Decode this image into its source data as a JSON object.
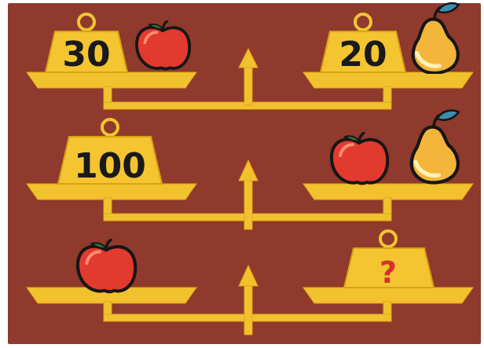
{
  "puzzle": {
    "rows": [
      {
        "left": {
          "weight": "30",
          "fruit": "apple"
        },
        "right": {
          "weight": "20",
          "fruit": "pear"
        }
      },
      {
        "left": {
          "weight": "100"
        },
        "right": {
          "fruits": [
            "apple",
            "pear"
          ]
        }
      },
      {
        "left": {
          "fruit": "apple"
        },
        "right": {
          "weight": "?"
        }
      }
    ]
  },
  "colors": {
    "background": "#8f3a2c",
    "scale": "#f2c12e",
    "weight": "#f4c531",
    "apple": "#e23a2e",
    "pear": "#f3b53a",
    "leaf": "#3a8fb0",
    "question": "#d6322a"
  },
  "icons": [
    "apple-icon",
    "pear-icon",
    "weight-icon",
    "arrow-up-icon"
  ]
}
